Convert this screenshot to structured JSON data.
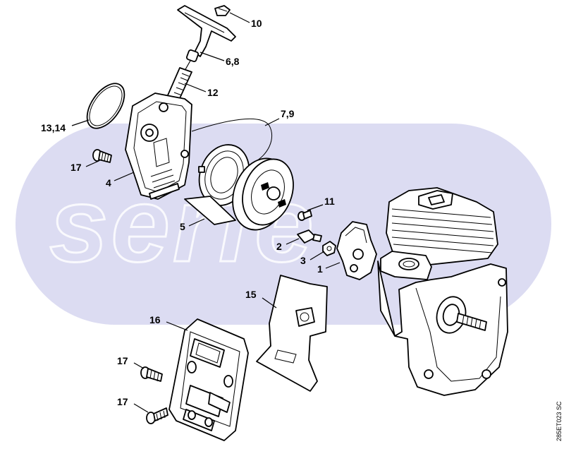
{
  "diagram": {
    "code": "285ET023 SC",
    "watermark": "serfe",
    "callouts": [
      {
        "id": "c10",
        "text": "10"
      },
      {
        "id": "c68",
        "text": "6,8"
      },
      {
        "id": "c12",
        "text": "12"
      },
      {
        "id": "c1314",
        "text": "13,14"
      },
      {
        "id": "c79",
        "text": "7,9"
      },
      {
        "id": "c17a",
        "text": "17"
      },
      {
        "id": "c4",
        "text": "4"
      },
      {
        "id": "c11",
        "text": "11"
      },
      {
        "id": "c5",
        "text": "5"
      },
      {
        "id": "c2",
        "text": "2"
      },
      {
        "id": "c3",
        "text": "3"
      },
      {
        "id": "c1",
        "text": "1"
      },
      {
        "id": "c15",
        "text": "15"
      },
      {
        "id": "c16",
        "text": "16"
      },
      {
        "id": "c17b",
        "text": "17"
      },
      {
        "id": "c17c",
        "text": "17"
      }
    ]
  }
}
